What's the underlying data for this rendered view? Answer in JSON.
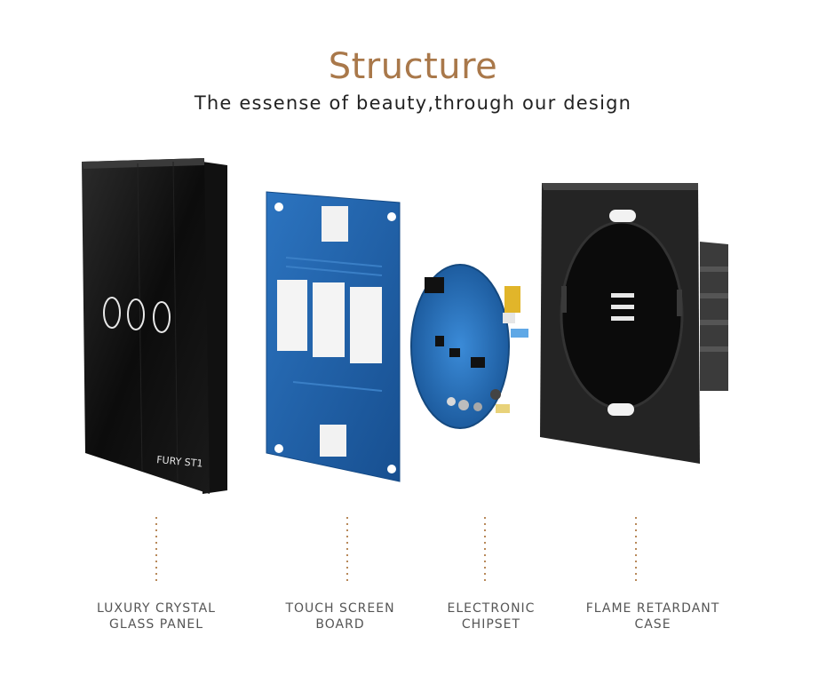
{
  "header": {
    "title": "Structure",
    "subtitle": "The essense of beauty,through our design"
  },
  "panel": {
    "brand_text": "FURY ST1"
  },
  "labels": [
    {
      "line1": "LUXURY CRYSTAL",
      "line2": "GLASS PANEL"
    },
    {
      "line1": "TOUCH SCREEN",
      "line2": "BOARD"
    },
    {
      "line1": "ELECTRONIC",
      "line2": "CHIPSET"
    },
    {
      "line1": "FLAME RETARDANT",
      "line2": "CASE"
    }
  ],
  "colors": {
    "accent": "#a9784a",
    "pcb_blue": "#1f5fa8",
    "dotted_line": "#b8895a"
  }
}
